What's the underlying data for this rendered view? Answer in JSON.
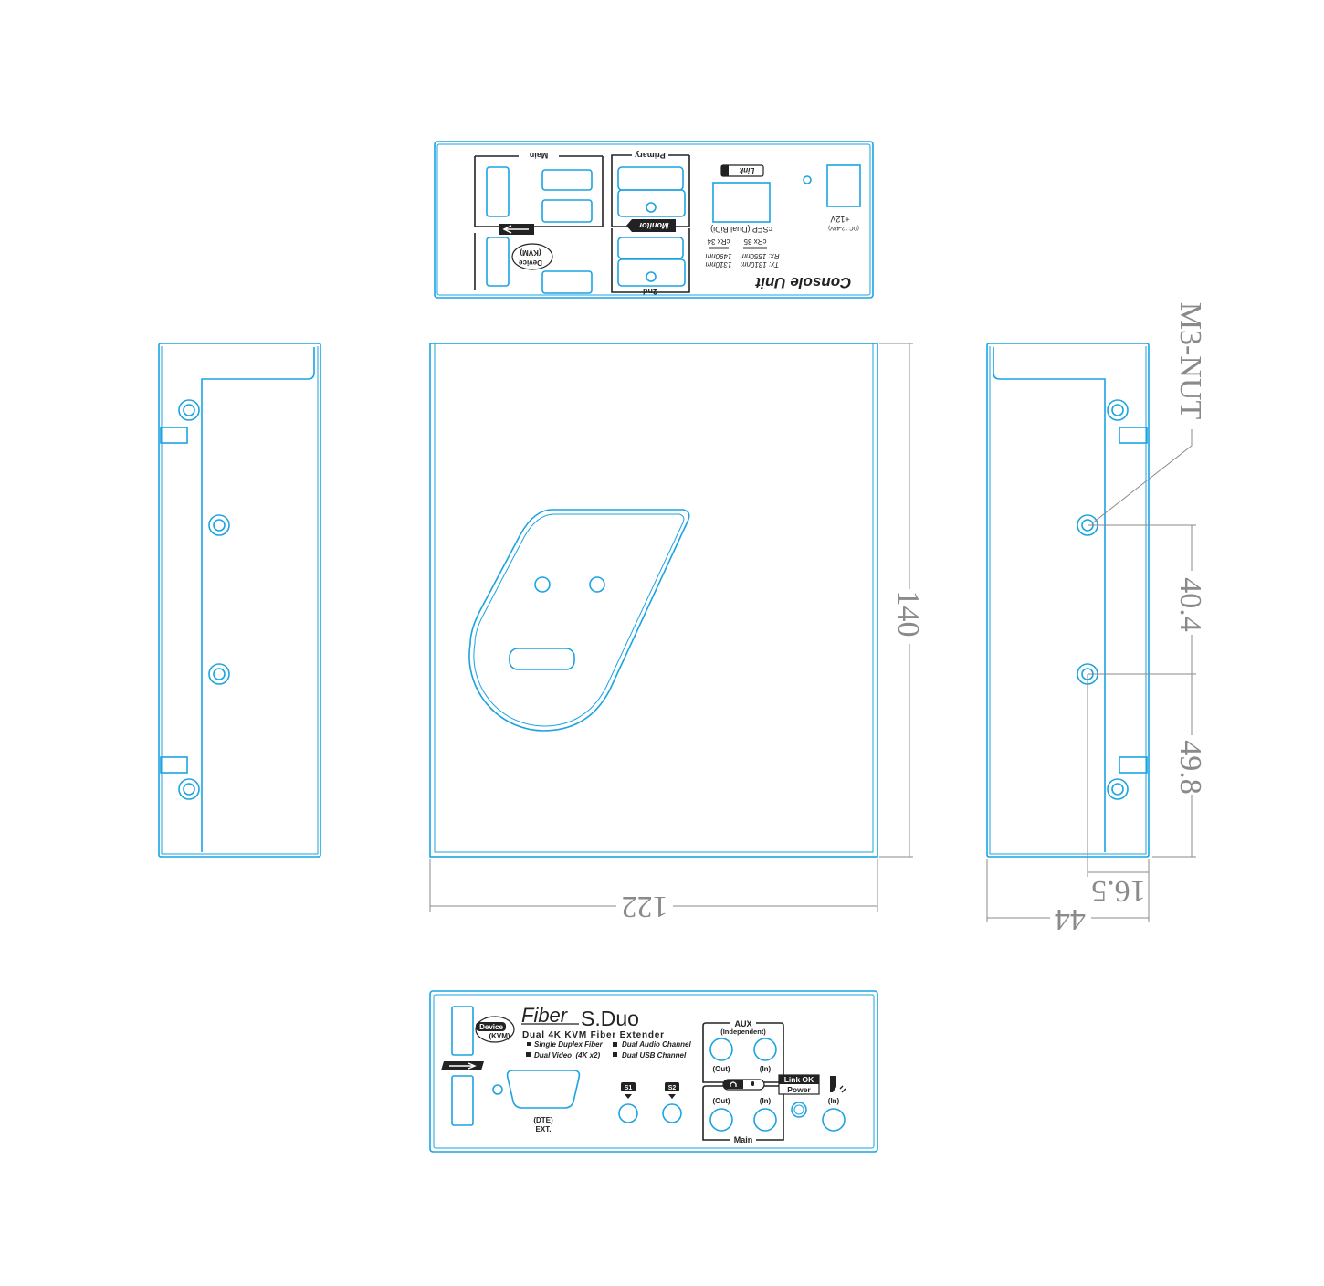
{
  "colors": {
    "outline": "#1ba3e2",
    "print": "#222222",
    "dimension": "#8a8a8a"
  },
  "rear_panel": {
    "title": "Console Unit",
    "main_label": "Main",
    "primary_label": "Primary",
    "second_label": "2nd",
    "monitor_badge": "Monitor",
    "link_badge": "Link",
    "device_label": "Device",
    "kvm_label": "(KVM)",
    "sfp_label": "cSFP (Dual BiDi)",
    "crx35": "cRx 35",
    "crx34": "cRx 34",
    "tx_a": "Tx: 1310nm",
    "rx_a": "Rx: 1550nm",
    "tx_b": "1310nm",
    "rx_b": "1490nm",
    "power_label": "+12V",
    "power_range": "(DC 12-48V)"
  },
  "front_panel": {
    "brand_fiber": "Fiber",
    "brand_model": "S.Duo",
    "subtitle": "Dual 4K KVM Fiber Extender",
    "features": [
      "Single Duplex Fiber",
      "Dual Audio Channel",
      "Dual Video  (4K x2)",
      "Dual USB Channel"
    ],
    "device_label": "Device",
    "kvm_label": "(KVM)",
    "dte_label": "(DTE)",
    "ext_label": "EXT.",
    "s1": "S1",
    "s2": "S2",
    "aux_label": "AUX",
    "independent_label": "(Independent)",
    "out_label": "(Out)",
    "in_label": "(In)",
    "main_label": "Main",
    "link_ok": "Link OK",
    "power": "Power"
  },
  "dimensions": {
    "height": "140",
    "width": "122",
    "depth": "44",
    "screw_offset": "16.5",
    "screw_spacing": "40.4",
    "screw_to_edge": "49.8",
    "nut_callout": "M3-NUT"
  }
}
